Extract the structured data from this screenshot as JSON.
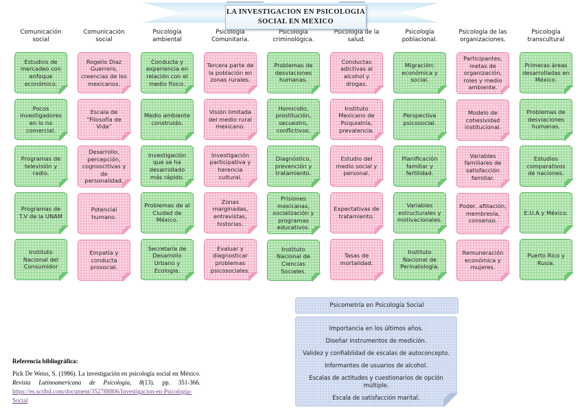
{
  "title": {
    "line1": "LA INVESTIGACION EN PSICOLOGIA",
    "line2": "SOCIAL EN MEXICO"
  },
  "colors": {
    "note_green_fill": "#a4dfa2",
    "note_green_border": "#57b45a",
    "note_pink_fill": "#f8bdd2",
    "note_pink_border": "#ec87ad",
    "blue_box_fill": "#cbd8ee",
    "ribbon_blue": "#cfe7f5",
    "link_color": "#6d4a86"
  },
  "columns": [
    {
      "header": "Comunicación social",
      "color": "green",
      "notes": [
        {
          "text": "Estudios de mercadeo con enfoque económico."
        },
        {
          "text": "Pocos investigadores en lo no comercial."
        },
        {
          "text": "Programas de televisión y radio."
        },
        {
          "text": "Programas de T.V de la UNAM"
        },
        {
          "text": "Instituto Nacional del Consumidor"
        }
      ]
    },
    {
      "header": "Comunicación social",
      "color": "pink",
      "notes": [
        {
          "text": "Rogelio Diaz Guerrero, creencias de los mexicanos."
        },
        {
          "text": "Escala de “Filosofía de Vida”"
        },
        {
          "text": "Desarrollo, percepción, cognoscitivas y de personalidad."
        },
        {
          "text": "Potencial humano."
        },
        {
          "text": "Empatía y conducta prosocial."
        }
      ]
    },
    {
      "header": "Psicología ambiental",
      "color": "green",
      "notes": [
        {
          "text": "Conducta y experiencia en relación con el medio físico."
        },
        {
          "text": "Medio ambiente construido."
        },
        {
          "text": "Investigación que se ha desarrollado más rápido."
        },
        {
          "text": "Problemas de al Ciudad de México."
        },
        {
          "text": "Secretaría de Desarrollo Urbano y Ecología."
        }
      ]
    },
    {
      "header": "Psicología Comunitaria.",
      "color": "pink",
      "notes": [
        {
          "text": "Tercera parte de la población en zonas rurales."
        },
        {
          "text": "Visión limitada del medio rural mexicano."
        },
        {
          "text": "Investigación participativa y herencia cultural."
        },
        {
          "text": "Zonas marginadas, entrevistas, historias."
        },
        {
          "text": "Evaluar y diagnosticar problemas psicosociales."
        }
      ]
    },
    {
      "header": "Psicología criminológica.",
      "color": "green",
      "notes": [
        {
          "text": "Problemas de desviaciones humanas."
        },
        {
          "text": "Homicidio, prostitución, secuestro, conflictivos."
        },
        {
          "text": "Diagnóstico, prevención y tratamiento."
        },
        {
          "text": "Prisiones mexicanas, socialización y programas educativos."
        },
        {
          "text": "Instituto Nacional de Ciencias Sociales."
        }
      ]
    },
    {
      "header": "Psicología de la salud.",
      "color": "pink",
      "notes": [
        {
          "text": "Conductas adictivas al alcohol y drogas."
        },
        {
          "text": "Instituto Mexicano de Psiquiatría, prevalencia."
        },
        {
          "text": "Estudio del medio social y personal."
        },
        {
          "text": "Expectativas de tratamiento."
        },
        {
          "text": "Tasas de mortalidad."
        }
      ]
    },
    {
      "header": "Psicología poblacional.",
      "color": "green",
      "notes": [
        {
          "text": "Migración: económica y social."
        },
        {
          "text": "Perspectiva psicosocial."
        },
        {
          "text": "Planificación familiar y fertilidad."
        },
        {
          "text": "Variables estructurales y motivacionales."
        },
        {
          "text": "Instituto Nacional de Perinatología."
        }
      ]
    },
    {
      "header": "Psicología de las organizaciones.",
      "color": "pink",
      "notes": [
        {
          "text": "Participantes, metas de organización, roles y medio ambiente."
        },
        {
          "text": "Modelo de cohesividad institucional."
        },
        {
          "text": "Variables familiares de satisfacción familiar."
        },
        {
          "text": "Poder, afiliación, membresía, consenso."
        },
        {
          "text": "Remuneración económica y mujeres."
        }
      ]
    },
    {
      "header": "Psicología transcultural",
      "color": "green",
      "notes": [
        {
          "text": "Primeras áreas desarrolladas en México."
        },
        {
          "text": "Problemas de desviaciones humanas."
        },
        {
          "text": "Estudios comparativos de naciones."
        },
        {
          "text": "E.U.A y México."
        },
        {
          "text": "Puerto Rico y Rusia."
        }
      ]
    }
  ],
  "psicometria": {
    "header": "Psicometría en Psicología Social",
    "items": [
      "Importancia en los últimos años.",
      "Diseñar instrumentos de medición.",
      "Validez y confiablidad de escalas de autoconcepto.",
      "Informantes de usuarios de alcohol.",
      "Escalas de actitudes y cuestionarios de opción múltiple.",
      "Escala de satisfacción marital."
    ]
  },
  "reference": {
    "heading": "Referencia bibliográfica:",
    "citation_part1": "Pick De Weiss, S. (1986). La investigación en psicología social en México. ",
    "citation_italic": "Revista Latinoamericana de Psicología, 8",
    "citation_part2": "(13). pp. 351-366. ",
    "link_text": "https://es.scribd.com/document/352788806/Investigacion-en-Psicologia-Social"
  }
}
